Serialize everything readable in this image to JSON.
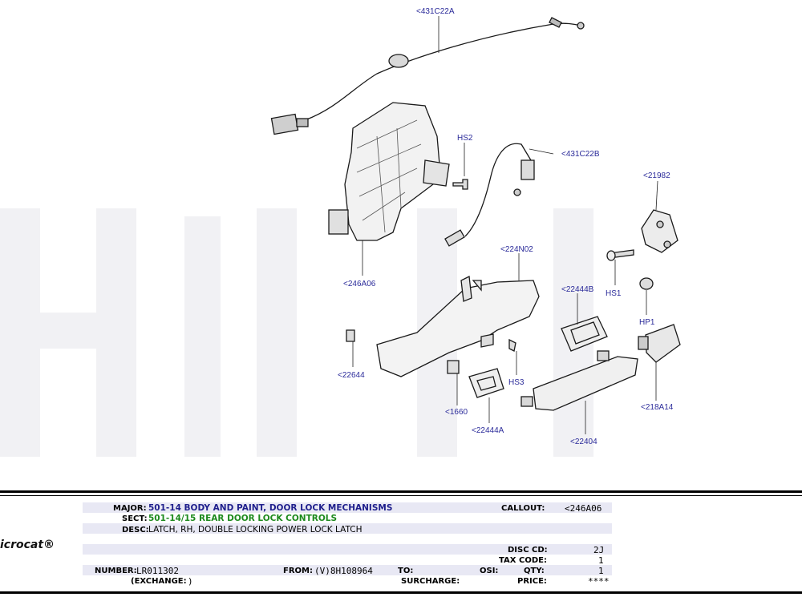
{
  "callouts": {
    "c431C22A": "<431C22A",
    "c431C22B": "<431C22B",
    "hs2": "HS2",
    "c21982": "<21982",
    "c246A06": "<246A06",
    "c224N02": "<224N02",
    "c22444B": "<22444B",
    "hs1": "HS1",
    "hp1": "HP1",
    "c22644": "<22644",
    "hs3": "HS3",
    "c1660": "<1660",
    "c22444A": "<22444A",
    "c218A14": "<218A14",
    "c22404": "<22404"
  },
  "info": {
    "major_label": "MAJOR:",
    "major_value": "501-14  BODY AND PAINT, DOOR LOCK MECHANISMS",
    "sect_label": "SECT:",
    "sect_value": "501-14/15  REAR DOOR LOCK CONTROLS",
    "desc_label": "DESC:",
    "desc_value": "LATCH, RH, DOUBLE LOCKING POWER LOCK LATCH",
    "callout_label": "CALLOUT:",
    "callout_value": "<246A06",
    "disc_label": "DISC CD:",
    "disc_value": "2J",
    "tax_label": "TAX CODE:",
    "tax_value": "1",
    "qty_label": "QTY:",
    "qty_value": "1",
    "price_label": "PRICE:",
    "price_value": "****",
    "number_label": "NUMBER:",
    "number_value": "LR011302",
    "from_label": "FROM:",
    "from_value": "(V)8H108964",
    "to_label": "TO:",
    "to_value": "",
    "osi_label": "OSI:",
    "osi_value": "",
    "exchange_label": "(EXCHANGE:",
    "exchange_value": ")",
    "surcharge_label": "SURCHARGE:",
    "surcharge_value": ""
  },
  "logo": "icrocat®",
  "colors": {
    "callout": "#2b2b9a",
    "sect": "#1d8a1d",
    "major": "#1f1f8c",
    "stripe": "#e8e8f4"
  }
}
